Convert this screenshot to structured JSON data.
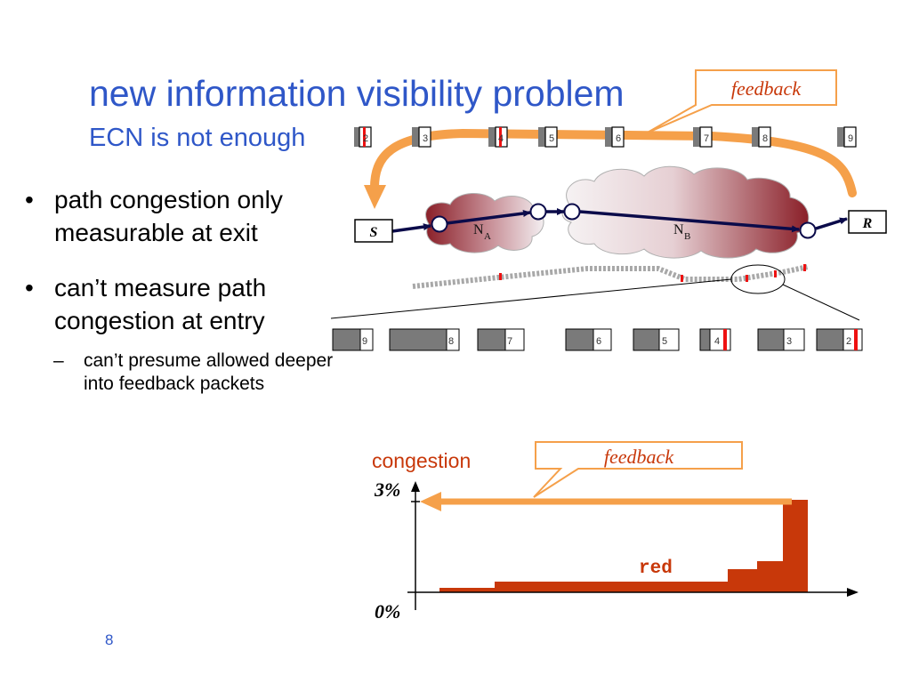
{
  "slide": {
    "title": "new information visibility problem",
    "subtitle": "ECN is not enough",
    "page_number": "8"
  },
  "bullets": [
    {
      "text": "path congestion only measurable at exit",
      "level": 1
    },
    {
      "text": "can’t measure path congestion at entry",
      "level": 1
    },
    {
      "text": "can’t presume allowed deeper into feedback packets",
      "level": 2
    }
  ],
  "bullet_symbol": "•",
  "sub_bullet_symbol": "–",
  "diagram": {
    "top_feedback_label": "feedback",
    "sender_label": "S",
    "receiver_label": "R",
    "node_a_label": "N",
    "node_a_sub": "A",
    "node_b_label": "N",
    "node_b_sub": "B",
    "feedback_packets": [
      {
        "num": "2",
        "marked": true
      },
      {
        "num": "3",
        "marked": false
      },
      {
        "num": "4",
        "marked": true
      },
      {
        "num": "5",
        "marked": false
      },
      {
        "num": "6",
        "marked": false
      },
      {
        "num": "7",
        "marked": false
      },
      {
        "num": "8",
        "marked": false
      },
      {
        "num": "9",
        "marked": false
      }
    ],
    "zoom_packets": [
      {
        "num": "9",
        "marked": false
      },
      {
        "num": "8",
        "marked": false
      },
      {
        "num": "7",
        "marked": false
      },
      {
        "num": "6",
        "marked": false
      },
      {
        "num": "5",
        "marked": false
      },
      {
        "num": "4",
        "marked": true
      },
      {
        "num": "3",
        "marked": false
      },
      {
        "num": "2",
        "marked": true
      }
    ]
  },
  "chart": {
    "ylabel": "congestion",
    "feedback_label": "feedback",
    "y_top_label": "3%",
    "y_bottom_label": "0%",
    "red_label": "red"
  },
  "colors": {
    "title": "#2f57c8",
    "feedback_orange": "#f5a04a",
    "congestion_red": "#c8380a",
    "marking_red": "#ee1111",
    "link_navy": "#0b0b4a",
    "cloud_dark": "#8a1f28"
  }
}
